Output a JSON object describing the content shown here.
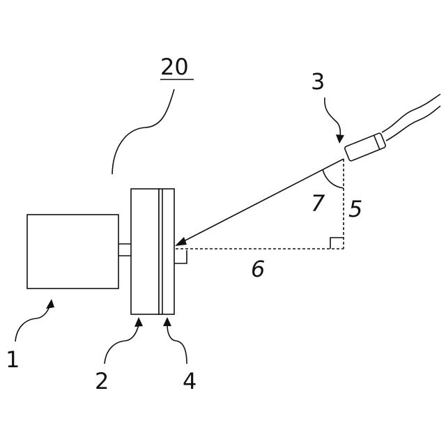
{
  "diagram": {
    "labels": {
      "assembly": "20",
      "component_1": "1",
      "component_2": "2",
      "component_3": "3",
      "component_4": "4",
      "vertical_distance": "5",
      "horizontal_distance": "6",
      "angle": "7"
    },
    "colors": {
      "line": "#111111",
      "background": "#ffffff"
    }
  }
}
